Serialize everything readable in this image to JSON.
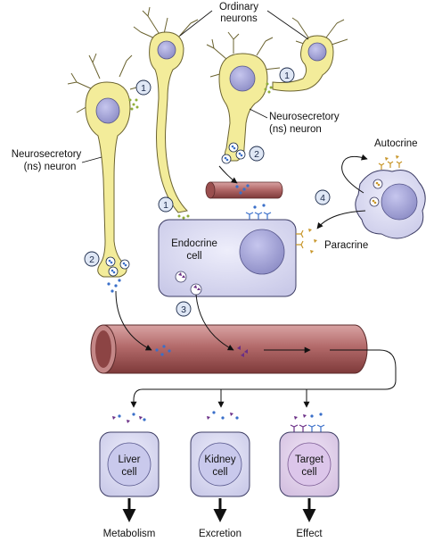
{
  "labels": {
    "ordinary_neurons": [
      "Ordinary",
      "neurons"
    ],
    "ns_neuron_right": [
      "Neurosecretory",
      "(ns)  neuron"
    ],
    "ns_neuron_left": [
      "Neurosecretory",
      "(ns) neuron"
    ],
    "autocrine": "Autocrine",
    "paracrine": "Paracrine",
    "endocrine_cell": [
      "Endocrine",
      "cell"
    ],
    "liver_cell": [
      "Liver",
      "cell"
    ],
    "kidney_cell": [
      "Kidney",
      "cell"
    ],
    "target_cell": [
      "Target",
      "cell"
    ],
    "metabolism": "Metabolism",
    "excretion": "Excretion",
    "effect": "Effect"
  },
  "step_numbers": {
    "synapse_left": "1",
    "synapse_right": "1",
    "synapse_endocrine": "1",
    "secretion_left": "2",
    "secretion_right": "2",
    "endocrine_release": "3",
    "autocrine_paracrine": "4"
  },
  "colors": {
    "neuron_fill": "#f3ec9a",
    "neuron_stroke": "#6b6330",
    "nucleus": "#a6a6d8",
    "cell_fill": "#dcdcf2",
    "cell_stroke": "#3c3c64",
    "vessel": "#b36a6a",
    "vessel_dark": "#7e3a3a",
    "hormone_blue": "#3a6fc9",
    "hormone_purple": "#6b2f86",
    "autocrine_ligand": "#c8962a",
    "circle_fill": "#dfe7f5"
  }
}
